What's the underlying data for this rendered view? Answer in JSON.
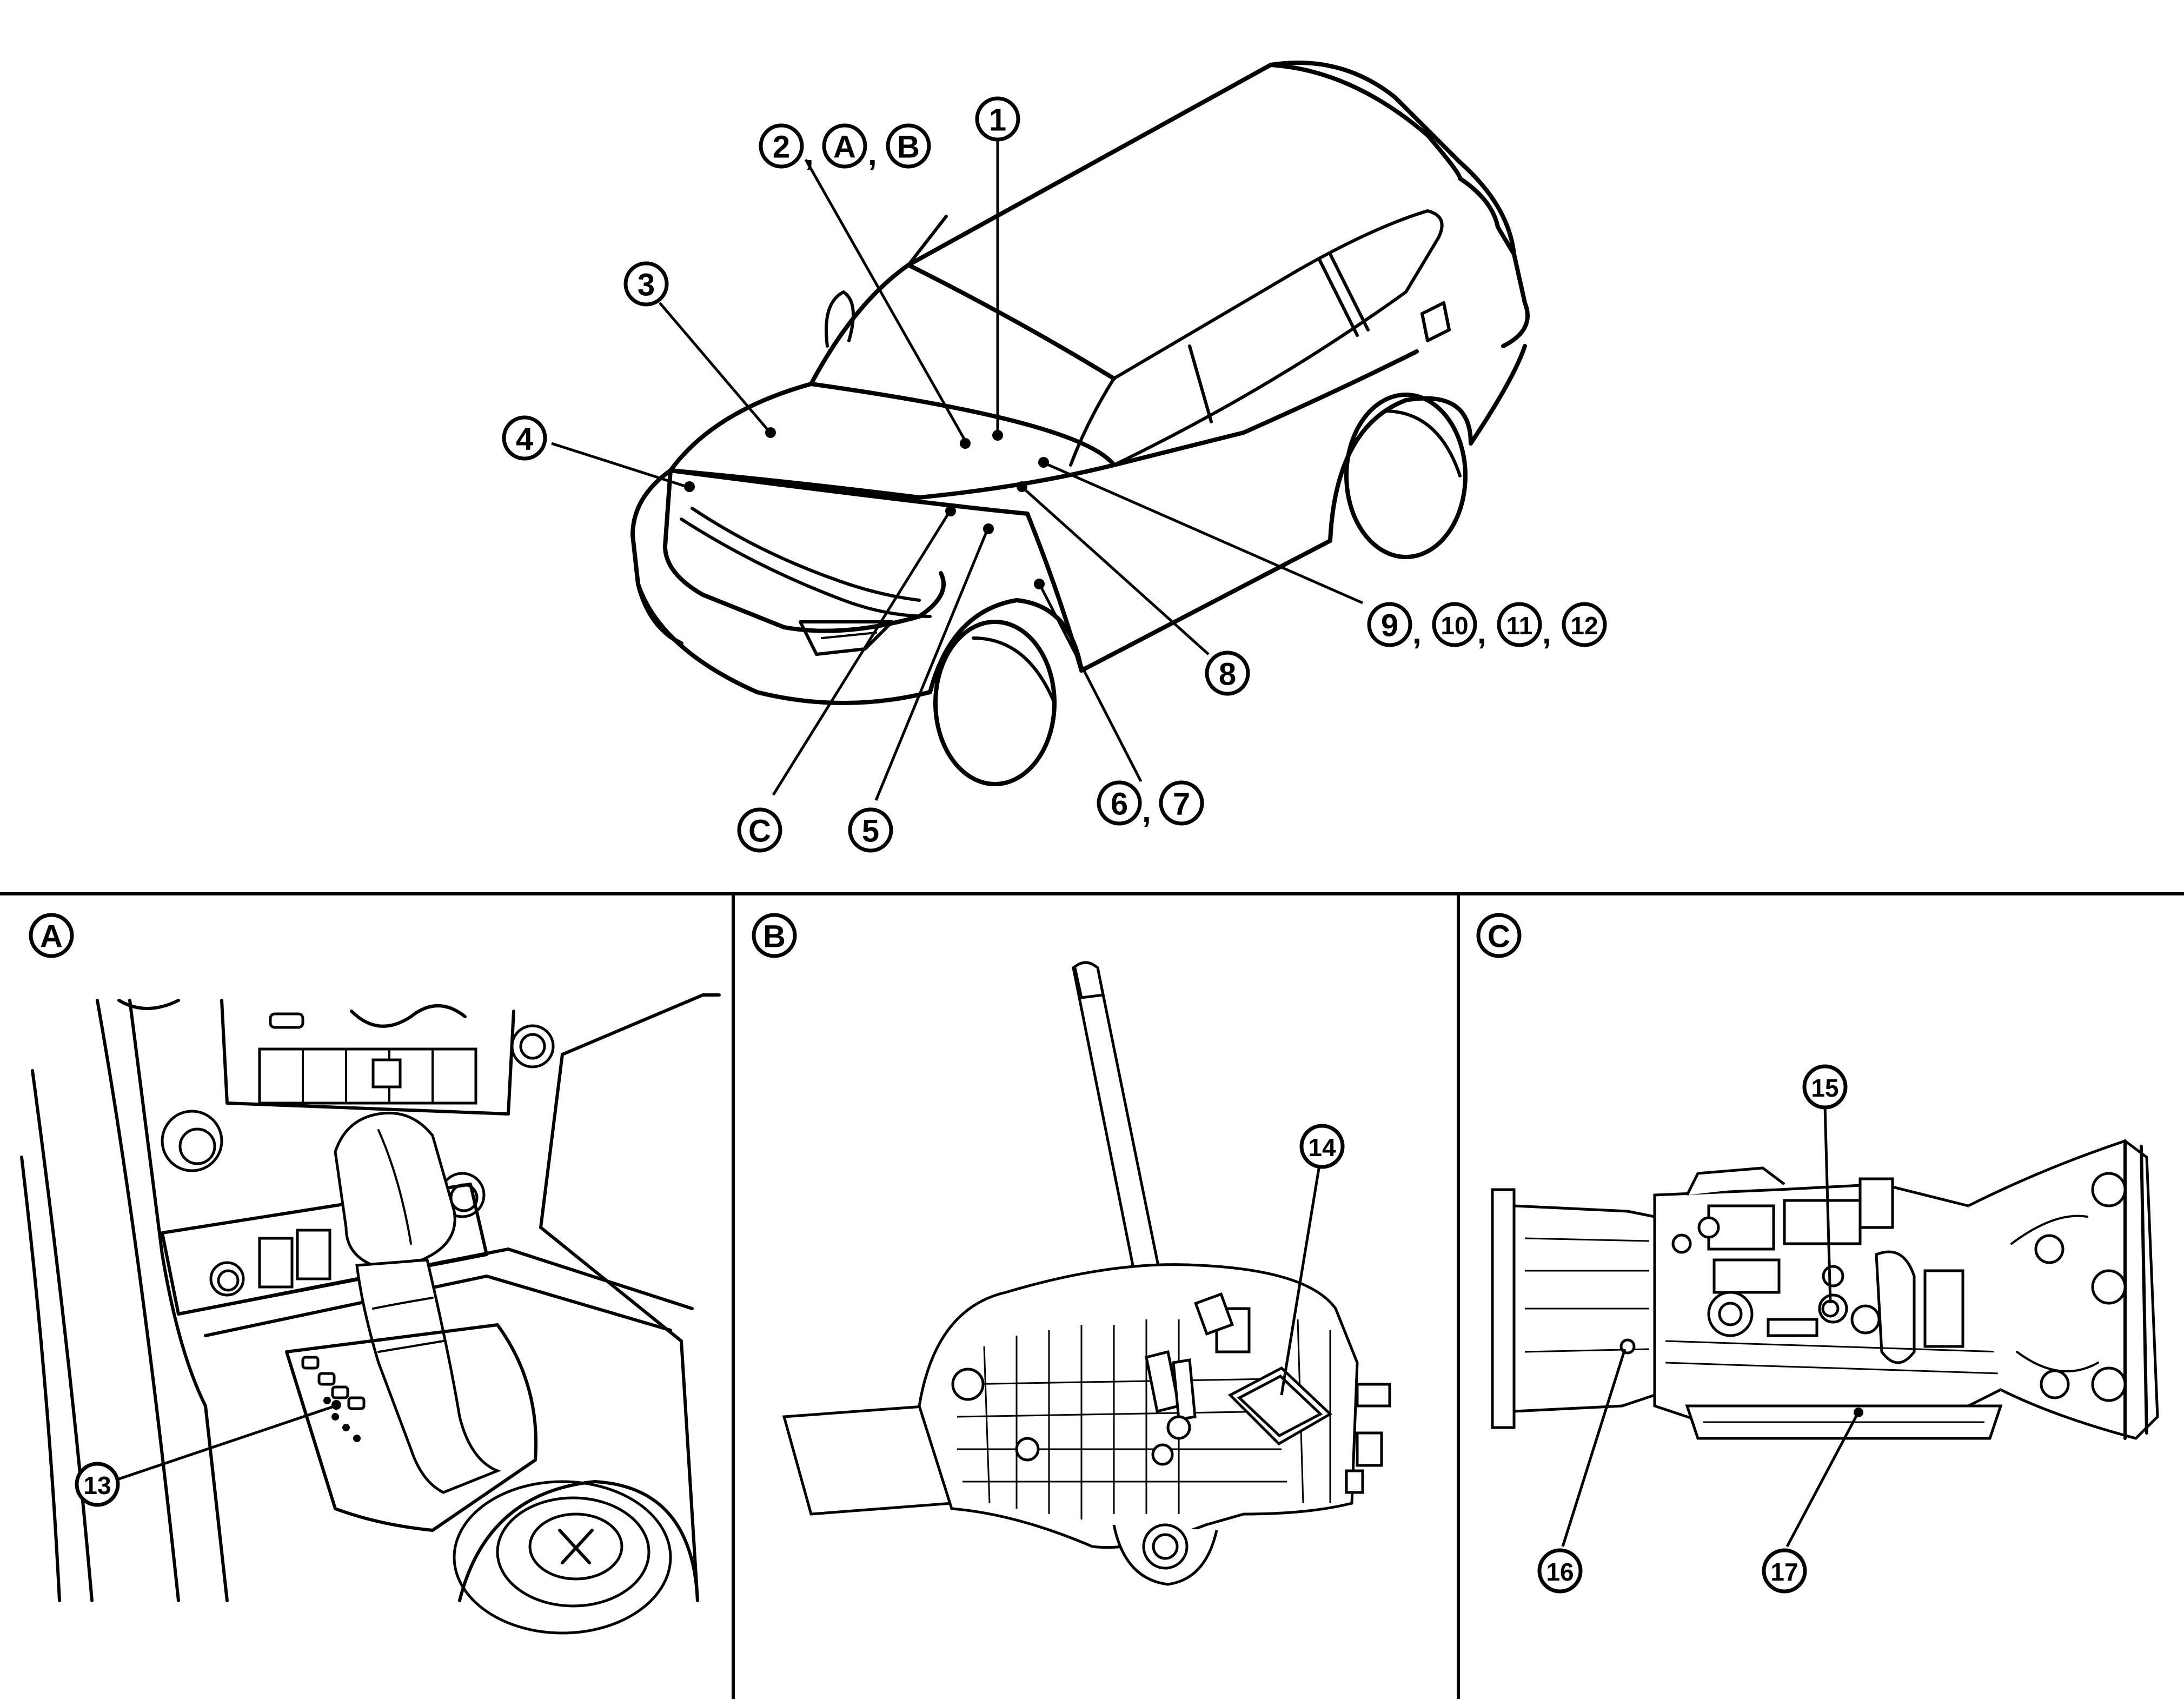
{
  "callouts": {
    "c1": "1",
    "c2": "2",
    "c3": "3",
    "c4": "4",
    "c5": "5",
    "c6": "6",
    "c7": "7",
    "c8": "8",
    "c9": "9",
    "c10": "10",
    "c11": "11",
    "c12": "12",
    "c13": "13",
    "c14": "14",
    "c15": "15",
    "c16": "16",
    "c17": "17",
    "A": "A",
    "B": "B",
    "C": "C"
  },
  "separator": ",",
  "panels": {
    "A": {
      "label": "A"
    },
    "B": {
      "label": "B"
    },
    "C": {
      "label": "C"
    }
  }
}
